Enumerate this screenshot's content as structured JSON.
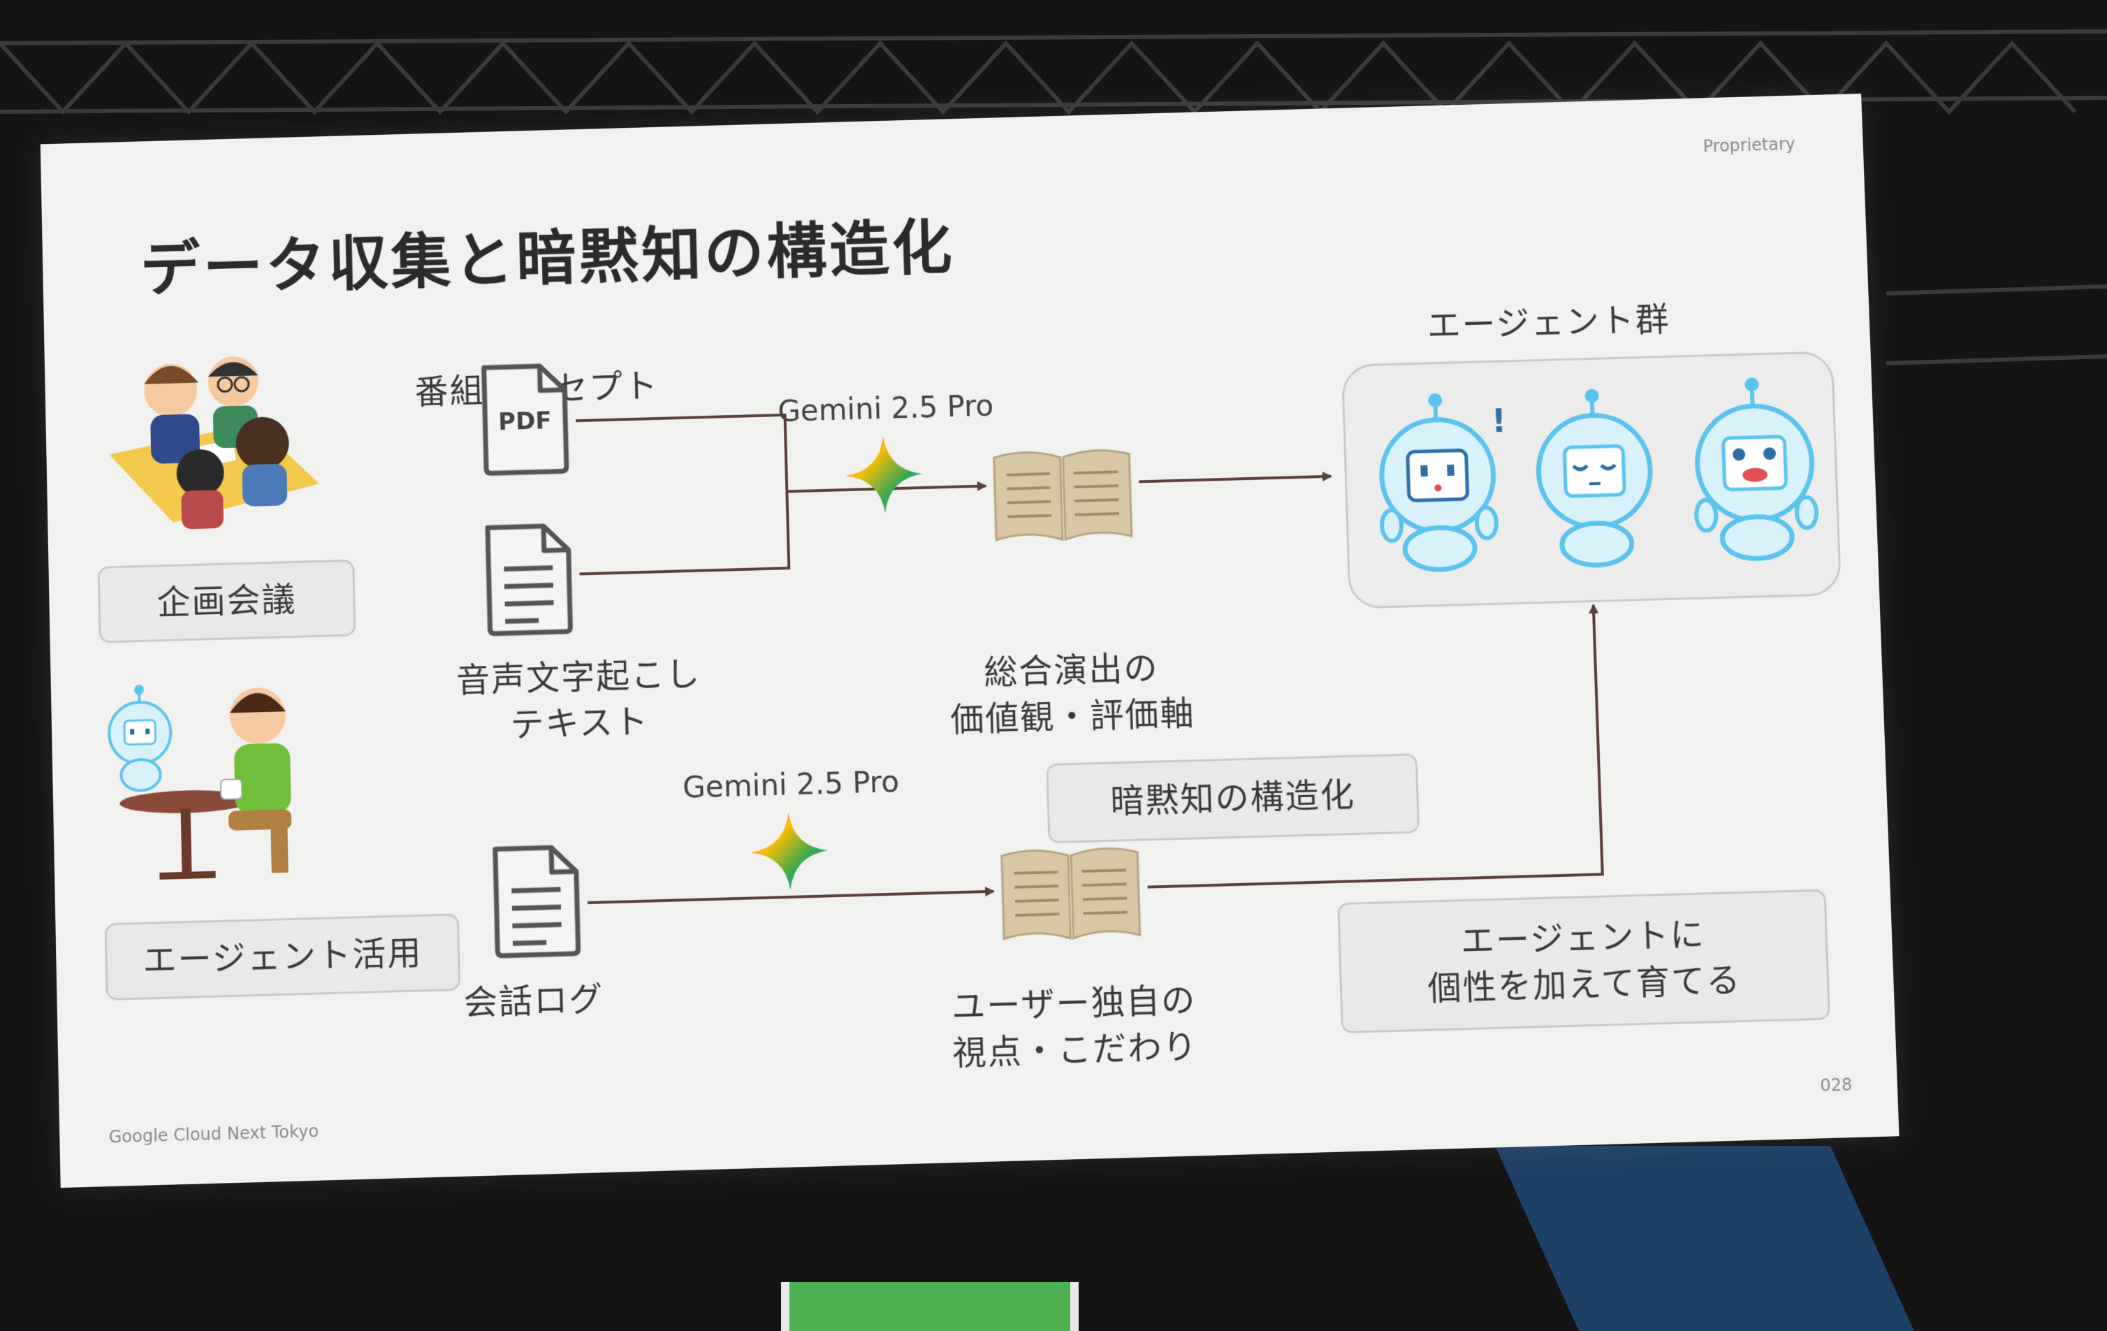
{
  "slide": {
    "title": "データ収集と暗黙知の構造化",
    "proprietary": "Proprietary",
    "footer": "Google Cloud Next Tokyo",
    "page_number": "028"
  },
  "left": {
    "meeting_label": "企画会議",
    "agent_use_label": "エージェント活用"
  },
  "inputs": {
    "concept_label": "番組コンセプト",
    "pdf_text": "PDF",
    "transcript_label": [
      "音声文字起こし",
      "テキスト"
    ],
    "chat_log_label": "会話ログ"
  },
  "models": {
    "top": "Gemini 2.5 Pro",
    "bottom": "Gemini 2.5 Pro"
  },
  "outputs": {
    "values_label": [
      "総合演出の",
      "価値観・評価軸"
    ],
    "tacit_box": "暗黙知の構造化",
    "user_view_label": [
      "ユーザー独自の",
      "視点・こだわり"
    ]
  },
  "agents": {
    "group_label": "エージェント群",
    "grow_box": [
      "エージェントに",
      "個性を加えて育てる"
    ]
  },
  "colors": {
    "agent_blue": "#5bc3ee",
    "line": "#5b3f3a",
    "book": "#d8c7a6"
  }
}
